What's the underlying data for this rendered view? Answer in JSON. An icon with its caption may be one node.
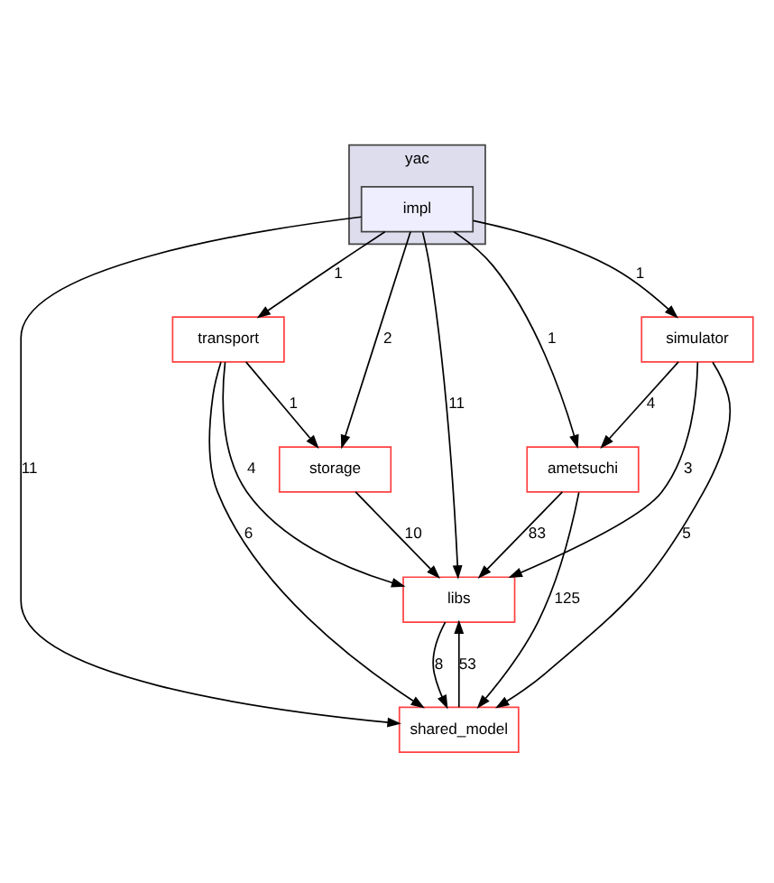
{
  "diagram": {
    "nodes": [
      {
        "text": [
          "yac"
        ]
      },
      {
        "text": [
          "impl"
        ],
        "in": 0
      },
      {
        "text": [
          "transport"
        ]
      },
      {
        "text": [
          "simulator"
        ]
      },
      {
        "text": [
          "storage"
        ]
      },
      {
        "text": [
          "ametsuchi"
        ]
      },
      {
        "text": [
          "libs"
        ]
      },
      {
        "text": [
          "shared_model"
        ]
      }
    ],
    "edges": [
      {
        "from": 1,
        "to": 2,
        "arrow": "to",
        "label": "1"
      },
      {
        "from": 1,
        "to": 4,
        "arrow": "to",
        "label": "2"
      },
      {
        "from": 1,
        "to": 6,
        "arrow": "to",
        "label": "11"
      },
      {
        "from": 1,
        "to": 3,
        "arrow": "to",
        "label": "1"
      },
      {
        "from": 1,
        "to": 5,
        "arrow": "to",
        "label": "1"
      },
      {
        "from": 1,
        "to": 7,
        "arrow": "to",
        "label": "11"
      },
      {
        "from": 2,
        "to": 4,
        "arrow": "to",
        "label": "1"
      },
      {
        "from": 2,
        "to": 6,
        "arrow": "to",
        "label": "4"
      },
      {
        "from": 2,
        "to": 7,
        "arrow": "to",
        "label": "6"
      },
      {
        "from": 3,
        "to": 5,
        "arrow": "to",
        "label": "4"
      },
      {
        "from": 3,
        "to": 6,
        "arrow": "to",
        "label": "3"
      },
      {
        "from": 3,
        "to": 7,
        "arrow": "to",
        "label": "5"
      },
      {
        "from": 4,
        "to": 6,
        "arrow": "to",
        "label": "10"
      },
      {
        "from": 5,
        "to": 6,
        "arrow": "to",
        "label": "83"
      },
      {
        "from": 5,
        "to": 7,
        "arrow": "to",
        "label": "125"
      },
      {
        "from": 6,
        "to": 7,
        "arrow": "to",
        "label": "8"
      },
      {
        "from": 7,
        "to": 6,
        "arrow": "to",
        "label": "53"
      }
    ]
  }
}
